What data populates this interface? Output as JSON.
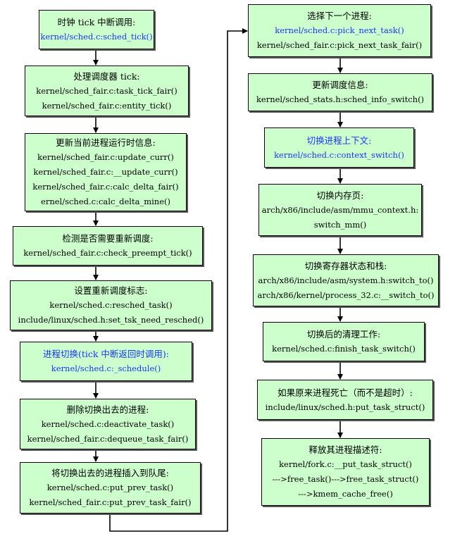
{
  "left_column": [
    {
      "id": "b1",
      "lines": [
        {
          "text": "时钟 tick 中断调用:"
        },
        {
          "text": "kernel/sched.c:sched_tick()",
          "blue": true
        }
      ]
    },
    {
      "id": "b2",
      "lines": [
        {
          "text": "处理调度器 tick:"
        },
        {
          "text": "kernel/sched_fair.c:task_tick_fair()"
        },
        {
          "text": "kernel/sched_fair.c:entity_tick()"
        }
      ]
    },
    {
      "id": "b3",
      "lines": [
        {
          "text": "更新当前进程运行时信息:"
        },
        {
          "text": "kernel/sched_fair.c:update_curr()"
        },
        {
          "text": "kernel/sched_fair.c:__update_curr()"
        },
        {
          "text": "kernel/sched_fair.c:calc_delta_fair()"
        },
        {
          "text": "ernel/sched.c:calc_delta_mine()"
        }
      ]
    },
    {
      "id": "b4",
      "lines": [
        {
          "text": "检测是否需要重新调度:"
        },
        {
          "text": "kernel/sched_fair.c:check_preempt_tick()"
        }
      ]
    },
    {
      "id": "b5",
      "lines": [
        {
          "text": "设置重新调度标志:"
        },
        {
          "text": "kernel/sched.c:resched_task()"
        },
        {
          "text": "include/linux/sched.h:set_tsk_need_resched()"
        }
      ]
    },
    {
      "id": "b6",
      "lines": [
        {
          "text": "进程切换(tick 中断返回时调用):",
          "blue": true
        },
        {
          "text": "kernel/sched.c:_schedule()",
          "blue": true
        }
      ]
    },
    {
      "id": "b7",
      "lines": [
        {
          "text": "删除切换出去的进程:"
        },
        {
          "text": "kernel/sched.c:deactivate_task()"
        },
        {
          "text": "kernel/sched_fair.c:dequeue_task_fair()"
        }
      ]
    },
    {
      "id": "b8",
      "lines": [
        {
          "text": "将切换出去的进程插入到队尾:"
        },
        {
          "text": "kernel/sched.c:put_prev_task()"
        },
        {
          "text": "kernel/sched_fair.c:put_prev_task_fair()"
        }
      ]
    }
  ],
  "right_column": [
    {
      "id": "c1",
      "lines": [
        {
          "text": "选择下一个进程:"
        },
        {
          "text": "kernel/sched.c:pick_next_task()",
          "blue": true
        },
        {
          "text": "kernel/sched_fair.c:pick_next_task_fair()"
        }
      ]
    },
    {
      "id": "c2",
      "lines": [
        {
          "text": "更新调度信息:"
        },
        {
          "text": "kernel/sched_stats.h:sched_info_switch()"
        }
      ]
    },
    {
      "id": "c3",
      "lines": [
        {
          "text": "切换进程上下文:",
          "blue": true
        },
        {
          "text": "kernel/sched.c:context_switch()",
          "blue": true
        }
      ]
    },
    {
      "id": "c4",
      "lines": [
        {
          "text": "切换内存页:"
        },
        {
          "text": "arch/x86/include/asm/mmu_context.h:"
        },
        {
          "text": "switch_mm()"
        }
      ]
    },
    {
      "id": "c5",
      "lines": [
        {
          "text": "切换寄存器状态和栈:"
        },
        {
          "text": "arch/x86/include/asm/system.h:switch_to()"
        },
        {
          "text": "arch/x86/kernel/process_32.c:__switch_to()"
        }
      ]
    },
    {
      "id": "c6",
      "lines": [
        {
          "text": "切换后的清理工作:"
        },
        {
          "text": "kernel/sched.c:finish_task_switch()"
        }
      ]
    },
    {
      "id": "c7",
      "lines": [
        {
          "text": "如果原来进程死亡（而不是超时）:"
        },
        {
          "text": "include/linux/sched.h:put_task_struct()"
        }
      ]
    },
    {
      "id": "c8",
      "lines": [
        {
          "text": "释放其进程描述符:"
        },
        {
          "text": "kernel/fork.c:__put_task_struct()"
        },
        {
          "text": "--->free_task()--->free_task_struct()"
        },
        {
          "text": "--->kmem_cache_free()"
        }
      ]
    }
  ]
}
